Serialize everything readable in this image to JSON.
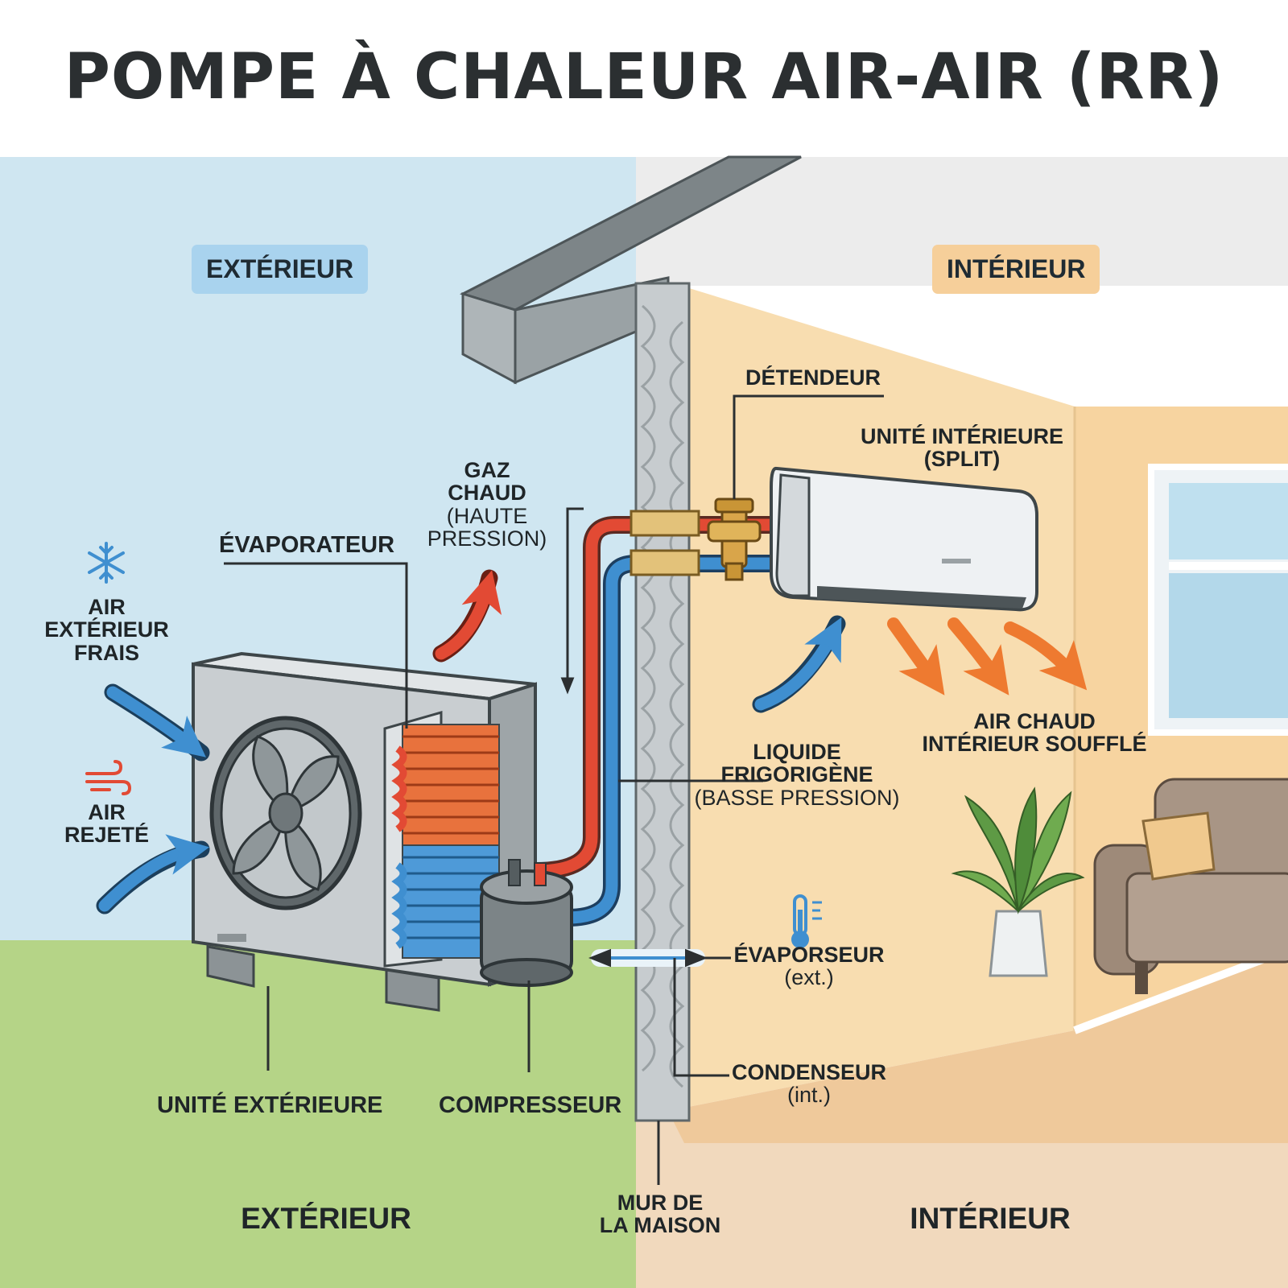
{
  "title": "POMPE À CHALEUR AIR-AIR (RR)",
  "zones": {
    "outside_chip": "EXTÉRIEUR",
    "inside_chip": "INTÉRIEUR",
    "outside_bottom": "EXTÉRIEUR",
    "inside_bottom": "INTÉRIEUR"
  },
  "labels": {
    "air_in": [
      "AIR",
      "EXTÉRIEUR",
      "FRAIS"
    ],
    "air_out": [
      "AIR",
      "REJETÉ"
    ],
    "evaporator": "ÉVAPORATEUR",
    "hot_gas": {
      "line1": "GAZ",
      "line2": "CHAUD",
      "line3": "(HAUTE",
      "line4": "PRESSION)"
    },
    "expansion_valve": "DÉTENDEUR",
    "indoor_unit": {
      "line1": "UNITÉ INTÉRIEURE",
      "line2": "(SPLIT)"
    },
    "warm_air": {
      "line1": "AIR CHAUD",
      "line2": "INTÉRIEUR SOUFFLÉ"
    },
    "refrigerant": {
      "line1": "LIQUIDE",
      "line2": "FRIGORIGÈNE",
      "line3": "(BASSE PRESSION)"
    },
    "evaporizer": {
      "line1": "ÉVAPORSEUR",
      "line2": "(ext.)"
    },
    "condenser": {
      "line1": "CONDENSEUR",
      "line2": "(int.)"
    },
    "outdoor_unit": "UNITÉ EXTÉRIEURE",
    "compressor": "COMPRESSEUR",
    "wall": {
      "line1": "MUR DE",
      "line2": "LA MAISON"
    }
  },
  "icons": [
    "snowflake-icon",
    "wind-icon",
    "thermometer-icon",
    "fan-icon"
  ],
  "colors": {
    "sky": "#cfe6f1",
    "grass": "#b5d487",
    "indoor_wall": "#f8ddb0",
    "floor": "#efc99b",
    "hot_pipe": "#e24a34",
    "cold_pipe": "#3f8fd0",
    "warm_air_arrow": "#ee7a30",
    "cold_air_arrow": "#3f8fd0"
  }
}
